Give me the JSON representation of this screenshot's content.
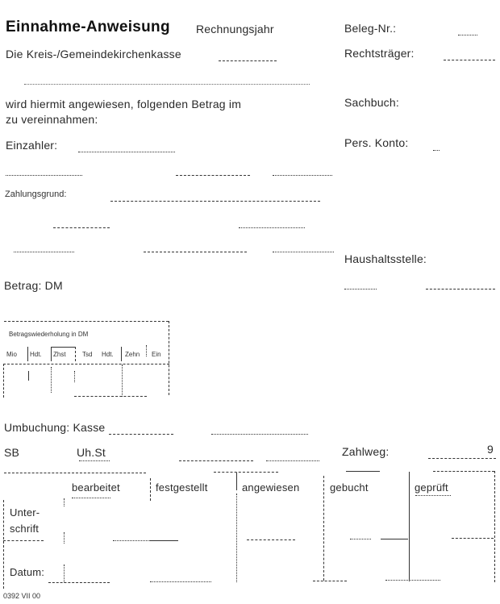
{
  "form": {
    "title": "Einnahme-Anweisung",
    "fiscal_year_label": "Rechnungsjahr",
    "receipt_no_label": "Beleg-Nr.:",
    "legal_entity_label": "Rechtsträger:",
    "cash_office_label": "Die Kreis-/Gemeindekirchenkasse",
    "instruction_line1": "wird hiermit angewiesen, folgenden Betrag im",
    "instruction_line2": "zu vereinnahmen:",
    "ledger_label": "Sachbuch:",
    "payer_label": "Einzahler:",
    "personal_account_label": "Pers. Konto:",
    "payment_reason_label": "Zahlungsgrund:",
    "budget_item_label": "Haushaltsstelle:",
    "amount_label": "Betrag: DM",
    "rebooking_label": "Umbuchung: Kasse",
    "sb_label": "SB",
    "uh_st_label": "Uh.St",
    "payment_method_label": "Zahlweg:",
    "payment_method_value": "9",
    "form_code": "0392 VII 00"
  },
  "amount_repeat_table": {
    "title": "Betragswiederholung in DM",
    "columns": [
      "Mio",
      "Hdt.",
      "Zhst",
      "Tsd",
      "Hdt.",
      "Zehn",
      "Ein"
    ]
  },
  "signature_table": {
    "row_labels": {
      "signature_line1": "Unter-",
      "signature_line2": "schrift",
      "date": "Datum:"
    },
    "columns": [
      "bearbeitet",
      "festgestellt",
      "angewiesen",
      "gebucht",
      "geprüft"
    ]
  }
}
